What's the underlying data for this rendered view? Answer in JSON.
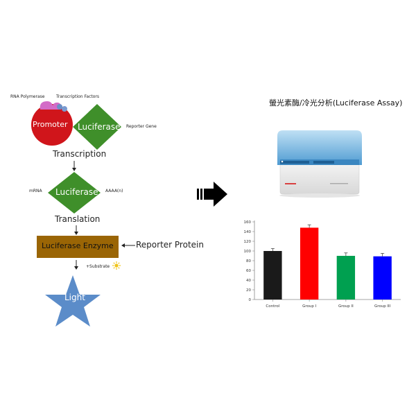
{
  "diagram": {
    "rna_polymerase": "RNA Polymerase",
    "transcription_factors": "Transcription Factors",
    "promoter": "Promoter",
    "luciferase_gene": "Luciferase",
    "reporter_gene": "Reporter Gene",
    "transcription": "Transcription",
    "mrna": "mRNA",
    "luciferase_mrna": "Luciferase",
    "poly_a": "AAAA(n)",
    "translation": "Translation",
    "enzyme": "Luciferase Enzyme",
    "reporter_protein": "Reporter Protein",
    "substrate": "+Substrate",
    "light": "Light",
    "colors": {
      "promoter": "#d0151b",
      "diamond": "#3f8f2a",
      "enzyme_box": "#9a6505",
      "star": "#5b8cc9",
      "polymerase": "#d36bc7",
      "factors": "#6a8fc6"
    }
  },
  "assay": {
    "title": "螢光素酶/冷光分析(Luciferase Assay)"
  },
  "chart_data": {
    "type": "bar",
    "categories": [
      "Control",
      "Group I",
      "Group II",
      "Group III"
    ],
    "values": [
      100,
      148,
      90,
      89
    ],
    "errors": [
      5,
      6,
      6,
      6
    ],
    "colors": [
      "#1a1a1a",
      "#ff0000",
      "#00a050",
      "#0000ff"
    ],
    "ylim": [
      0,
      160
    ],
    "yticks": [
      0,
      20,
      40,
      60,
      80,
      100,
      120,
      140,
      160
    ],
    "grid": false
  }
}
